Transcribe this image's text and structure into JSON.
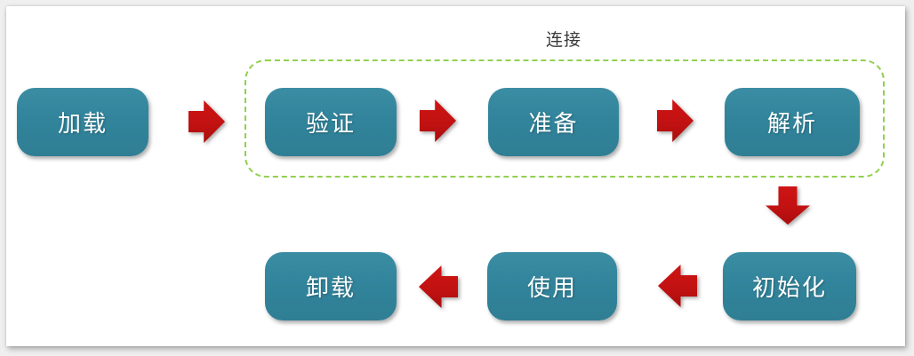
{
  "group": {
    "label": "连接"
  },
  "nodes": [
    {
      "id": "load",
      "label": "加载"
    },
    {
      "id": "verify",
      "label": "验证"
    },
    {
      "id": "prepare",
      "label": "准备"
    },
    {
      "id": "resolve",
      "label": "解析"
    },
    {
      "id": "initialize",
      "label": "初始化"
    },
    {
      "id": "use",
      "label": "使用"
    },
    {
      "id": "unload",
      "label": "卸载"
    }
  ],
  "edges": [
    {
      "from": "加载",
      "to": "验证",
      "direction": "right"
    },
    {
      "from": "验证",
      "to": "准备",
      "direction": "right"
    },
    {
      "from": "准备",
      "to": "解析",
      "direction": "right"
    },
    {
      "from": "解析",
      "to": "初始化",
      "direction": "down"
    },
    {
      "from": "初始化",
      "to": "使用",
      "direction": "left"
    },
    {
      "from": "使用",
      "to": "卸载",
      "direction": "left"
    }
  ],
  "colors": {
    "node_fill": "#31849b",
    "node_text": "#ffffff",
    "arrow_fill": "#c01111",
    "group_outline": "#92d050",
    "group_label_text": "#3a3a3a",
    "page_background": "#ffffff",
    "outer_background": "#efefef"
  }
}
